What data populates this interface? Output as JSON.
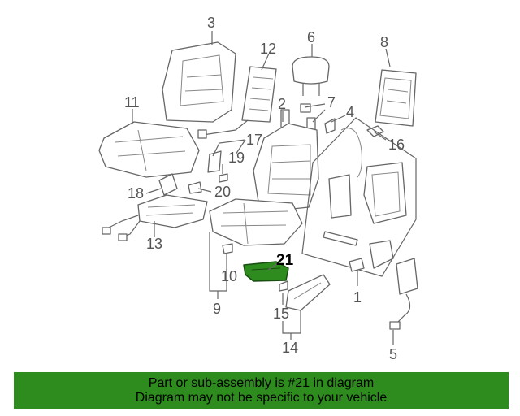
{
  "highlight_color": "#2e8b1e",
  "highlight_part": "21",
  "banner": {
    "line1": "Part or sub-assembly is #21 in diagram",
    "line2": "Diagram may not be specific to your vehicle"
  },
  "callouts": [
    "1",
    "2",
    "3",
    "4",
    "5",
    "6",
    "7",
    "8",
    "9",
    "10",
    "11",
    "12",
    "13",
    "14",
    "15",
    "16",
    "17",
    "18",
    "19",
    "20",
    "21"
  ]
}
